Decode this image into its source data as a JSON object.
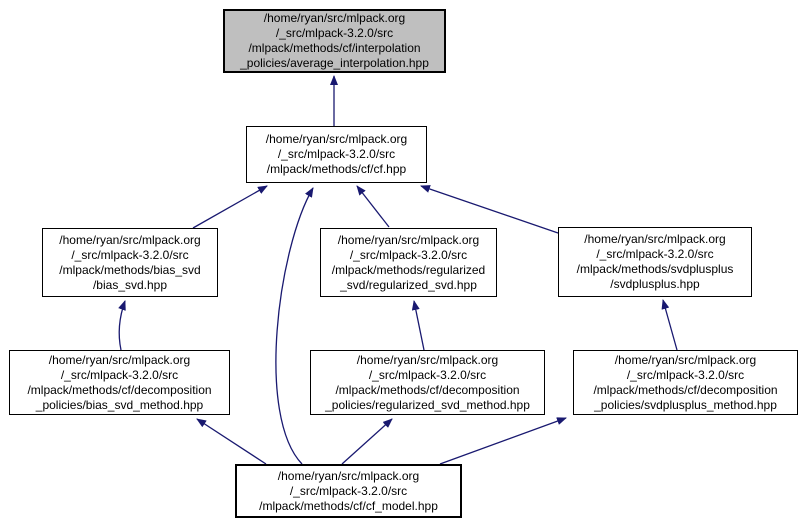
{
  "diagram": {
    "type": "include-dependency-graph",
    "background_color": "#ffffff",
    "node_fill": "#ffffff",
    "node_border_color": "#000000",
    "highlight_fill": "#bfbfbf",
    "arrow_color": "#191970",
    "text_color": "#000000",
    "nodes": [
      {
        "id": "average_interpolation",
        "highlighted": true,
        "lines": [
          "/home/ryan/src/mlpack.org",
          "/_src/mlpack-3.2.0/src",
          "/mlpack/methods/cf/interpolation",
          "_policies/average_interpolation.hpp"
        ]
      },
      {
        "id": "cf",
        "lines": [
          "/home/ryan/src/mlpack.org",
          "/_src/mlpack-3.2.0/src",
          "/mlpack/methods/cf/cf.hpp"
        ]
      },
      {
        "id": "bias_svd",
        "lines": [
          "/home/ryan/src/mlpack.org",
          "/_src/mlpack-3.2.0/src",
          "/mlpack/methods/bias_svd",
          "/bias_svd.hpp"
        ]
      },
      {
        "id": "regularized_svd",
        "lines": [
          "/home/ryan/src/mlpack.org",
          "/_src/mlpack-3.2.0/src",
          "/mlpack/methods/regularized",
          "_svd/regularized_svd.hpp"
        ]
      },
      {
        "id": "svdplusplus",
        "lines": [
          "/home/ryan/src/mlpack.org",
          "/_src/mlpack-3.2.0/src",
          "/mlpack/methods/svdplusplus",
          "/svdplusplus.hpp"
        ]
      },
      {
        "id": "bias_svd_method",
        "lines": [
          "/home/ryan/src/mlpack.org",
          "/_src/mlpack-3.2.0/src",
          "/mlpack/methods/cf/decomposition",
          "_policies/bias_svd_method.hpp"
        ]
      },
      {
        "id": "regularized_svd_method",
        "lines": [
          "/home/ryan/src/mlpack.org",
          "/_src/mlpack-3.2.0/src",
          "/mlpack/methods/cf/decomposition",
          "_policies/regularized_svd_method.hpp"
        ]
      },
      {
        "id": "svdplusplus_method",
        "lines": [
          "/home/ryan/src/mlpack.org",
          "/_src/mlpack-3.2.0/src",
          "/mlpack/methods/cf/decomposition",
          "_policies/svdplusplus_method.hpp"
        ]
      },
      {
        "id": "cf_model",
        "bold_border": true,
        "lines": [
          "/home/ryan/src/mlpack.org",
          "/_src/mlpack-3.2.0/src",
          "/mlpack/methods/cf/cf_model.hpp"
        ]
      }
    ],
    "edges": [
      {
        "from": "cf",
        "to": "average_interpolation"
      },
      {
        "from": "bias_svd",
        "to": "cf"
      },
      {
        "from": "regularized_svd",
        "to": "cf"
      },
      {
        "from": "svdplusplus",
        "to": "cf"
      },
      {
        "from": "bias_svd_method",
        "to": "bias_svd"
      },
      {
        "from": "regularized_svd_method",
        "to": "regularized_svd"
      },
      {
        "from": "svdplusplus_method",
        "to": "svdplusplus"
      },
      {
        "from": "cf_model",
        "to": "bias_svd_method"
      },
      {
        "from": "cf_model",
        "to": "regularized_svd_method"
      },
      {
        "from": "cf_model",
        "to": "svdplusplus_method"
      },
      {
        "from": "cf_model",
        "to": "cf"
      }
    ]
  }
}
